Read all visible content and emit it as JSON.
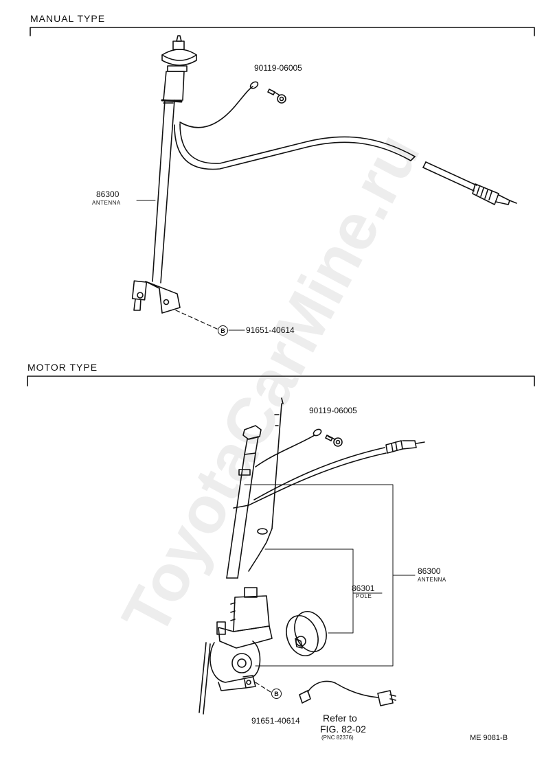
{
  "sections": {
    "manual": {
      "title": "MANUAL  TYPE",
      "screw_part": "90119-06005",
      "antenna_part": "86300",
      "antenna_label": "ANTENNA",
      "bracket_marker": "B",
      "bracket_part": "91651-40614"
    },
    "motor": {
      "title": "MOTOR  TYPE",
      "screw_part": "90119-06005",
      "antenna_part": "86300",
      "antenna_label": "ANTENNA",
      "pole_part": "86301",
      "pole_label": "POLE",
      "bracket_marker": "B",
      "bracket_part": "91651-40614",
      "refer_line1": "Refer to",
      "refer_line2": "FIG. 82-02",
      "refer_line3": "(PNC 82376)"
    }
  },
  "page_code": "ME  9081-B",
  "watermark": "ToyotaCarMine.ru"
}
